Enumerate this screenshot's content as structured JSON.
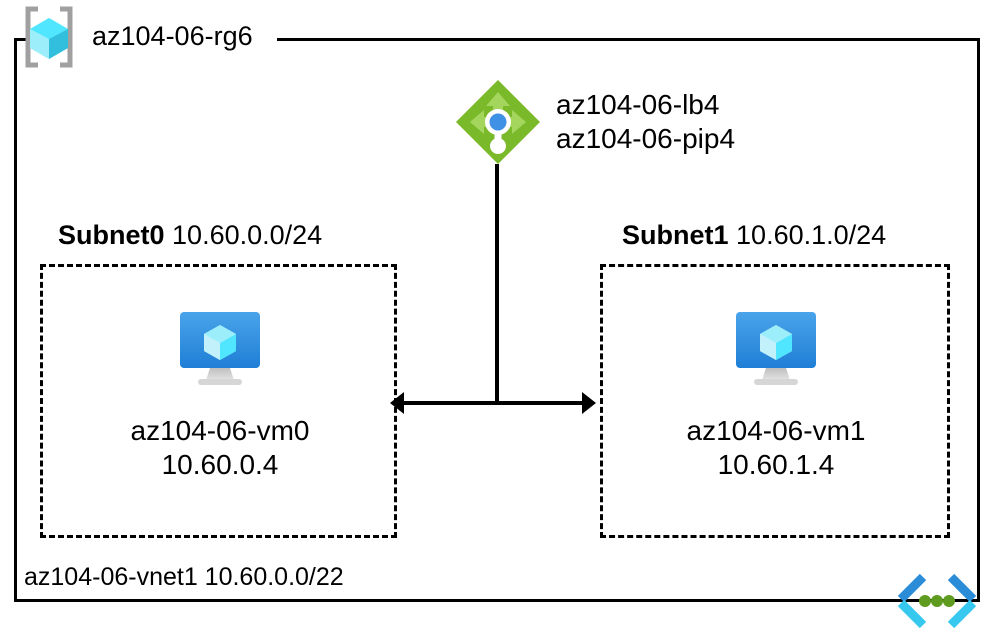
{
  "diagram": {
    "resource_group": {
      "icon": "resource-group-cube-icon",
      "label": "az104-06-rg6"
    },
    "load_balancer": {
      "icon": "load-balancer-icon",
      "labels": [
        "az104-06-lb4",
        "az104-06-pip4"
      ]
    },
    "subnets": [
      {
        "name": "Subnet0",
        "cidr": "10.60.0.0/24",
        "vm": {
          "icon": "virtual-machine-icon",
          "name": "az104-06-vm0",
          "ip": "10.60.0.4"
        }
      },
      {
        "name": "Subnet1",
        "cidr": "10.60.1.0/24",
        "vm": {
          "icon": "virtual-machine-icon",
          "name": "az104-06-vm1",
          "ip": "10.60.1.4"
        }
      }
    ],
    "vnet": {
      "icon": "virtual-network-icon",
      "label": "az104-06-vnet1 10.60.0.0/22"
    },
    "colors": {
      "border": "#000000",
      "load_balancer_green": "#7AB929",
      "load_balancer_blue": "#3E91E5",
      "vm_monitor_blue": "#2A8CE0",
      "cube_cyan": "#50E6FF",
      "vnet_bracket_blue": "#2B8CD8",
      "vnet_bracket_cyan": "#37C8F0",
      "vnet_dot_green": "#5E9B1E",
      "bracket_gray": "#A0A0A0"
    }
  }
}
